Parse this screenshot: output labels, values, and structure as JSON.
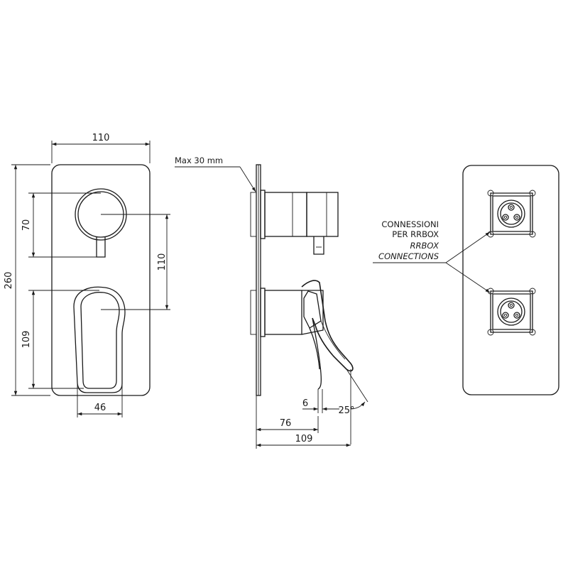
{
  "front_view": {
    "width_label": "110",
    "height_label": "260",
    "upper_spacing_label": "70",
    "center_spacing_label": "110",
    "lower_spacing_label": "109",
    "handle_width_label": "46"
  },
  "side_view": {
    "max_depth_label": "Max 30 mm",
    "offset_label": "6",
    "angle_label": "25°",
    "depth_short_label": "76",
    "depth_long_label": "109"
  },
  "back_view": {
    "note_line1": "CONNESSIONI",
    "note_line2": "PER RRBOX",
    "note_line3": "RRBOX",
    "note_line4": "CONNECTIONS"
  }
}
